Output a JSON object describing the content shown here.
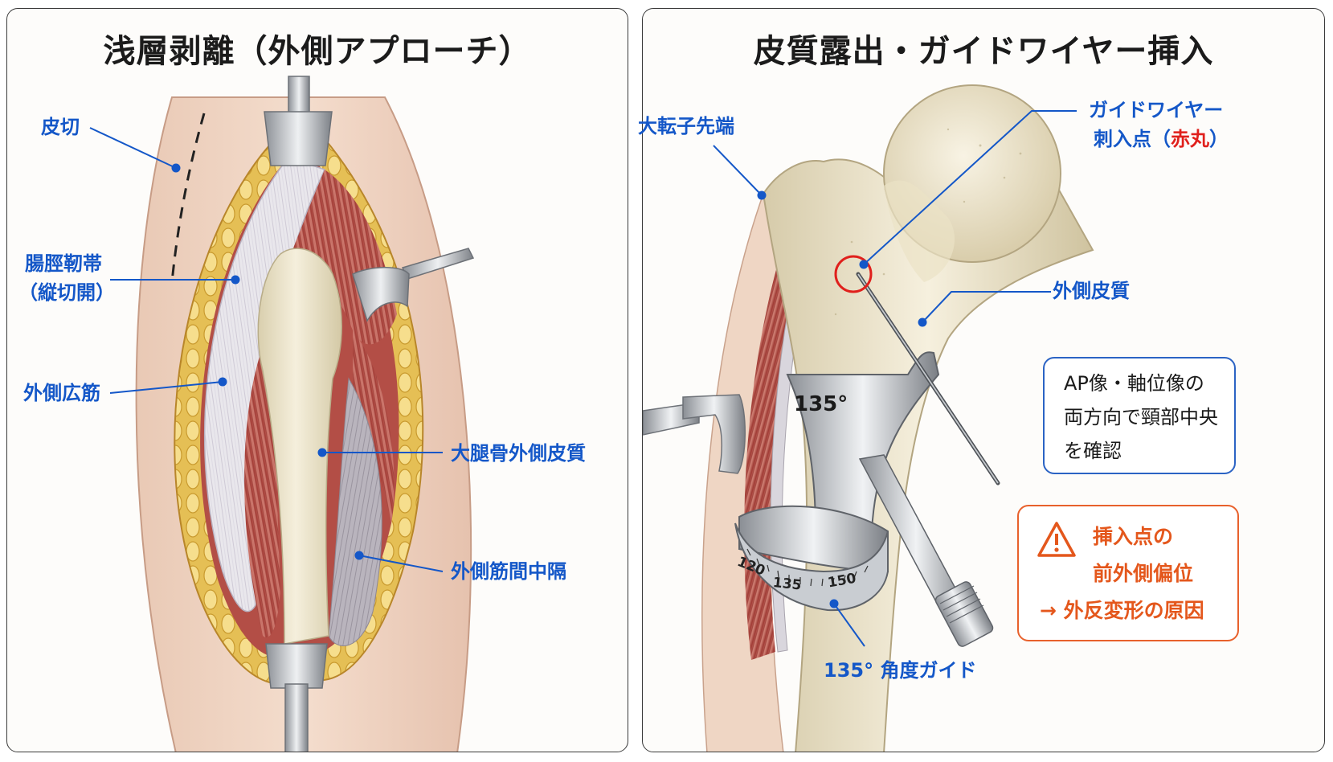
{
  "left_panel": {
    "title": "浅層剥離（外側アプローチ）",
    "labels": {
      "skin_incision": "皮切",
      "it_band_line1": "腸脛靭帯",
      "it_band_line2": "（縦切開）",
      "vastus_lateralis": "外側広筋",
      "femur_lateral_cortex": "大腿骨外側皮質",
      "lateral_intermuscular_septum": "外側筋間中隔"
    }
  },
  "right_panel": {
    "title": "皮質露出・ガイドワイヤー挿入",
    "labels": {
      "greater_trochanter_tip": "大転子先端",
      "guidewire_line1": "ガイドワイヤー",
      "guidewire_line2_prefix": "刺入点（",
      "guidewire_line2_red": "赤丸",
      "guidewire_line2_suffix": "）",
      "lateral_cortex": "外側皮質",
      "angle_guide": "135° 角度ガイド"
    },
    "guide_plate_angle": "135°",
    "gauge_ticks": [
      "120",
      "135",
      "150"
    ],
    "info_box": [
      "AP像・軸位像の",
      "両方向で頸部中央",
      "を確認"
    ],
    "warning_box": {
      "line1": "挿入点の",
      "line2": "前外側偏位",
      "line3": "→ 外反変形の原因"
    }
  },
  "colors": {
    "label_blue": "#1457c8",
    "warning_orange": "#e4571c",
    "entry_circle_red": "#e0201c",
    "info_border_blue": "#2b63c4"
  },
  "icons": [
    "warning-triangle-icon"
  ]
}
